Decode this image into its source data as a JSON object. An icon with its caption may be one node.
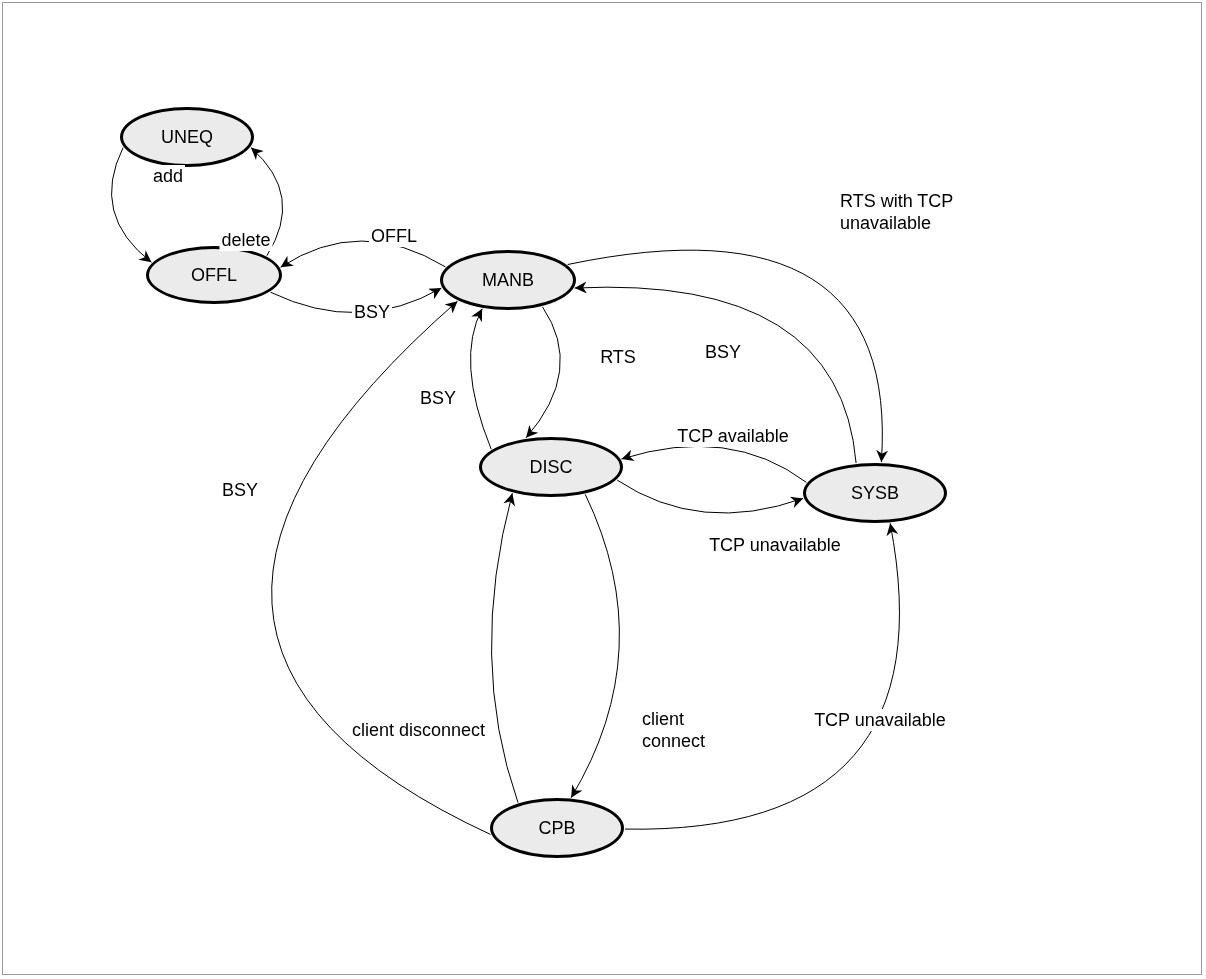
{
  "diagram": {
    "nodes": [
      {
        "text": [
          "UNEQ"
        ]
      },
      {
        "text": [
          "OFFL"
        ]
      },
      {
        "text": [
          "MANB"
        ]
      },
      {
        "text": [
          "DISC"
        ]
      },
      {
        "text": [
          "SYSB"
        ]
      },
      {
        "text": [
          "CPB"
        ]
      }
    ],
    "edges": [
      {
        "from": 0,
        "to": 1,
        "arrow": "to",
        "label": "add"
      },
      {
        "from": 1,
        "to": 0,
        "arrow": "to",
        "label": "delete"
      },
      {
        "from": 2,
        "to": 1,
        "arrow": "to",
        "label": "OFFL"
      },
      {
        "from": 1,
        "to": 2,
        "arrow": "to",
        "label": "BSY"
      },
      {
        "from": 2,
        "to": 4,
        "arrow": "to",
        "label": "RTS with TCP unavailable"
      },
      {
        "from": 4,
        "to": 2,
        "arrow": "to",
        "label": "BSY"
      },
      {
        "from": 2,
        "to": 3,
        "arrow": "to",
        "label": "RTS"
      },
      {
        "from": 3,
        "to": 2,
        "arrow": "to",
        "label": "BSY"
      },
      {
        "from": 4,
        "to": 3,
        "arrow": "to",
        "label": "TCP available"
      },
      {
        "from": 3,
        "to": 4,
        "arrow": "to",
        "label": "TCP unavailable"
      },
      {
        "from": 3,
        "to": 5,
        "arrow": "to",
        "label": "client connect"
      },
      {
        "from": 5,
        "to": 3,
        "arrow": "to",
        "label": "client disconnect"
      },
      {
        "from": 5,
        "to": 2,
        "arrow": "to",
        "label": "BSY"
      },
      {
        "from": 5,
        "to": 4,
        "arrow": "to",
        "label": "TCP unavailable"
      }
    ]
  }
}
